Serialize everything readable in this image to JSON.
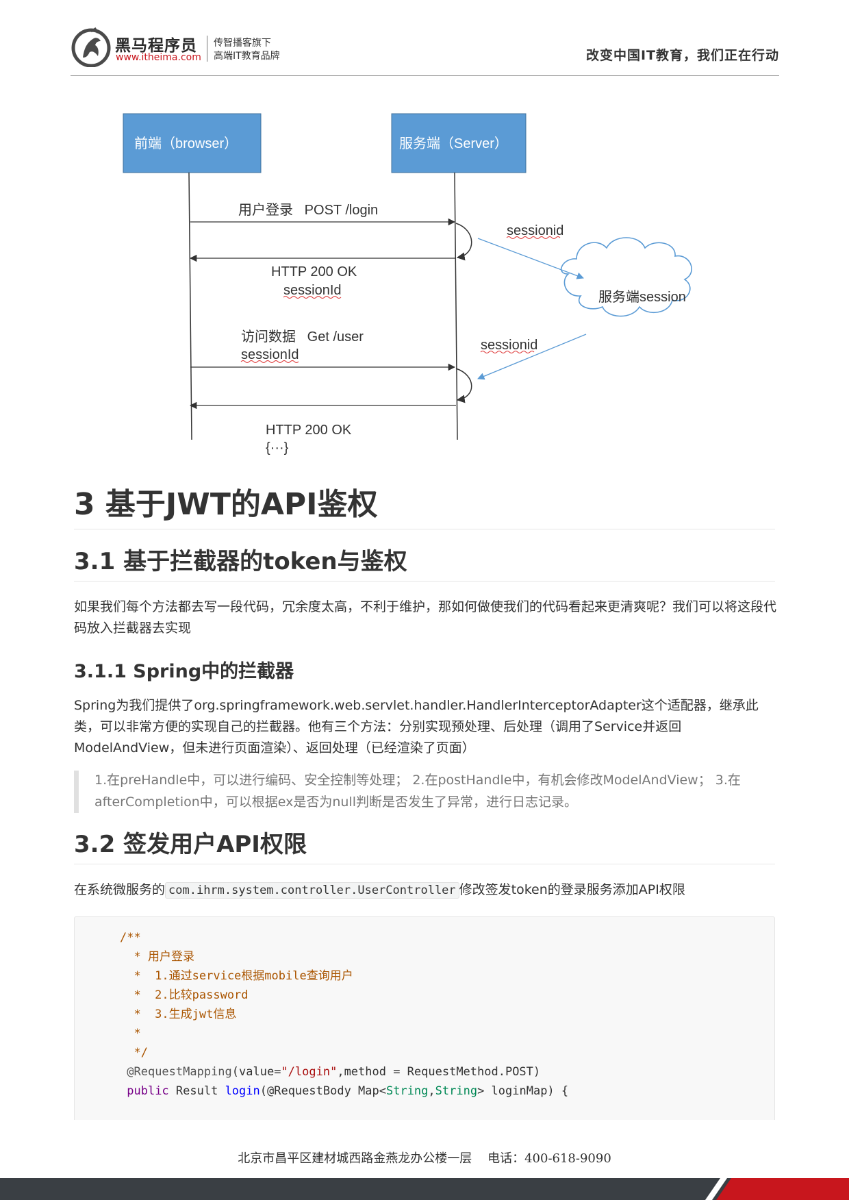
{
  "header": {
    "brand_name": "黑马程序员",
    "brand_url": "www.itheima.com",
    "tagline_1": "传智播客旗下",
    "tagline_2": "高端IT教育品牌",
    "slogan": "改变中国IT教育，我们正在行动"
  },
  "diagram": {
    "browser_box": "前端（browser）",
    "server_box": "服务端（Server）",
    "msg1": "用户登录   POST /login",
    "msg2_line1": "HTTP 200 OK",
    "msg2_line2": "sessionId",
    "msg3_line1": "访问数据   Get /user",
    "msg3_line2": "sessionId",
    "msg4_line1": "HTTP 200 OK",
    "msg4_line2": "{···}",
    "sessionid_top": "sessionid",
    "sessionid_bottom": "sessionid",
    "cloud_label": "服务端session"
  },
  "content": {
    "h1": "3 基于JWT的API鉴权",
    "h2_1": "3.1 基于拦截器的token与鉴权",
    "p1": "如果我们每个方法都去写一段代码，冗余度太高，不利于维护，那如何做使我们的代码看起来更清爽呢？我们可以将这段代码放入拦截器去实现",
    "h3_1": "3.1.1 Spring中的拦截器",
    "p2": "Spring为我们提供了org.springframework.web.servlet.handler.HandlerInterceptorAdapter这个适配器，继承此类，可以非常方便的实现自己的拦截器。他有三个方法：分别实现预处理、后处理（调用了Service并返回ModelAndView，但未进行页面渲染）、返回处理（已经渲染了页面）",
    "quote": "1.在preHandle中，可以进行编码、安全控制等处理； 2.在postHandle中，有机会修改ModelAndView； 3.在afterCompletion中，可以根据ex是否为null判断是否发生了异常，进行日志记录。",
    "h2_2": "3.2 签发用户API权限",
    "p3_before": "在系统微服务的",
    "p3_code": "com.ihrm.system.controller.UserController",
    "p3_after": "修改签发token的登录服务添加API权限"
  },
  "code": {
    "l1": "/**",
    "l2": "  * 用户登录",
    "l3": "  *  1.通过service根据mobile查询用户",
    "l4": "  *  2.比较password",
    "l5": "  *  3.生成jwt信息",
    "l6": "  *",
    "l7": "  */",
    "l8_ann": "@RequestMapping",
    "l8_a": "(value=",
    "l8_str": "\"/login\"",
    "l8_b": ",method = RequestMethod.POST)",
    "l9_kw": "public",
    "l9_a": " Result ",
    "l9_fn": "login",
    "l9_b": "(@RequestBody Map<",
    "l9_t1": "String",
    "l9_c": ",",
    "l9_t2": "String",
    "l9_d": "> loginMap) {"
  },
  "footer": {
    "address": "北京市昌平区建材城西路金燕龙办公楼一层    电话：400-618-9090"
  },
  "colors": {
    "box_fill": "#5b9bd5",
    "arrow_blue": "#5b9bd5",
    "brand_red": "#c8161d",
    "footer_dark": "#3a3f44"
  }
}
